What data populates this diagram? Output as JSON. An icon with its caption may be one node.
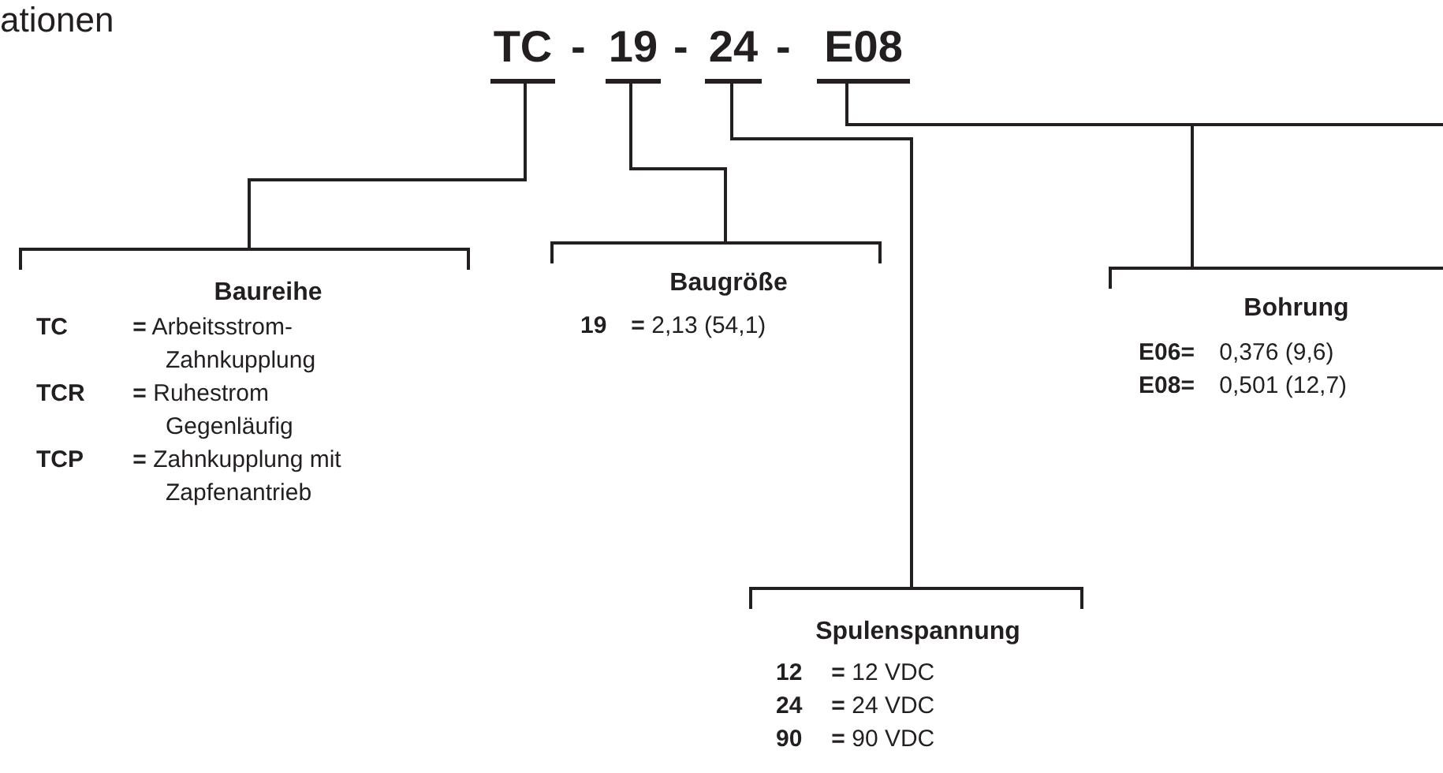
{
  "diagram": {
    "title": "ationen",
    "nodes": [
      {
        "text": [
          "TC"
        ]
      },
      {
        "text": [
          "19"
        ]
      },
      {
        "text": [
          "24"
        ]
      },
      {
        "text": [
          "E08"
        ]
      },
      {
        "text": [
          "Baureihe",
          "**TC** **=** Arbeitsstrom- Zahnkupplung",
          "**TCR** **=** Ruhestrom Gegenläufig",
          "**TCP** **=** Zahnkupplung mit Zapfenantrieb"
        ]
      },
      {
        "text": [
          "Baugröße",
          "**19** **=** 2,13 (54,1)"
        ]
      },
      {
        "text": [
          "Bohrung",
          "**E06=** 0,376 (9,6)",
          "**E08=** 0,501 (12,7)"
        ]
      },
      {
        "text": [
          "Spulenspannung",
          "**12** **=** 12 VDC",
          "**24** **=** 24 VDC",
          "**90** **=** 90 VDC"
        ]
      }
    ],
    "edges": [
      {
        "from": 0,
        "to": 4,
        "arrow": "none"
      },
      {
        "from": 1,
        "to": 5,
        "arrow": "none"
      },
      {
        "from": 2,
        "to": 7,
        "arrow": "none"
      },
      {
        "from": 3,
        "to": 6,
        "arrow": "none"
      }
    ],
    "labels": [
      "-",
      "-",
      "-"
    ]
  }
}
